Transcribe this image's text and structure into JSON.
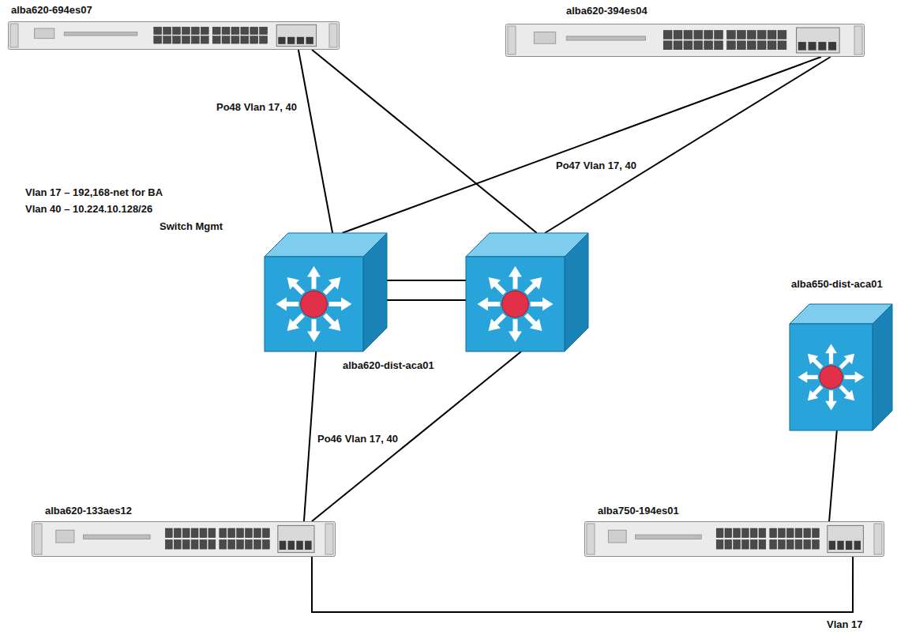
{
  "diagram": {
    "nodes": [
      {
        "text": [
          "alba620-694es07"
        ]
      },
      {
        "text": [
          "alba620-394es04"
        ]
      },
      {
        "text": [
          "alba620-dist-aca01"
        ]
      },
      {
        "text": [
          "alba650-dist-aca01"
        ]
      },
      {
        "text": [
          "alba620-133aes12"
        ]
      },
      {
        "text": [
          "alba750-194es01"
        ]
      }
    ],
    "edges": [
      {
        "from": 0,
        "to": 2,
        "label": "Po48 Vlan 17, 40",
        "arrow": "none"
      },
      {
        "from": 0,
        "to": 2,
        "arrow": "none"
      },
      {
        "from": 1,
        "to": 2,
        "label": "Po47 Vlan 17, 40",
        "arrow": "none"
      },
      {
        "from": 1,
        "to": 2,
        "arrow": "none"
      },
      {
        "from": 4,
        "to": 2,
        "label": "Po46 Vlan 17, 40",
        "arrow": "none"
      },
      {
        "from": 4,
        "to": 2,
        "arrow": "none"
      },
      {
        "from": 4,
        "to": 5,
        "label": "Vlan 17",
        "arrow": "none"
      },
      {
        "from": 3,
        "to": 5,
        "arrow": "none"
      }
    ],
    "labels": [
      "Vlan 17 – 192,168-net for BA",
      "Vlan 40 – 10.224.10.128/26",
      "Switch Mgmt"
    ]
  }
}
